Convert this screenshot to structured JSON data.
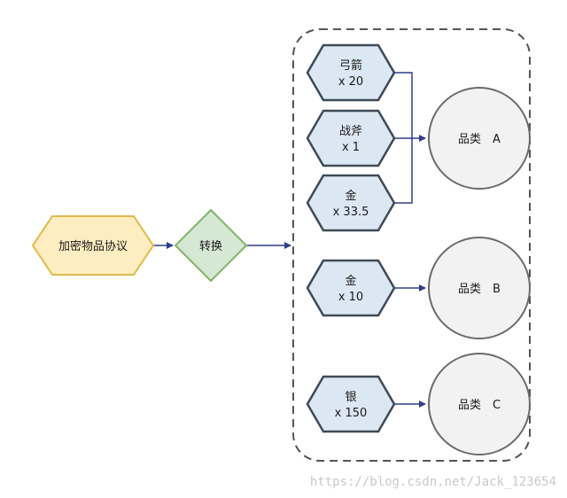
{
  "source_node": {
    "label": "加密物品协议"
  },
  "convert_node": {
    "label": "转换"
  },
  "items": [
    {
      "name": "弓箭",
      "qty": "x 20"
    },
    {
      "name": "战斧",
      "qty": "x 1"
    },
    {
      "name": "金",
      "qty": "x 33.5"
    },
    {
      "name": "金",
      "qty": "x 10"
    },
    {
      "name": "银",
      "qty": "x 150"
    }
  ],
  "categories": [
    {
      "label": "品类　A"
    },
    {
      "label": "品类　B"
    },
    {
      "label": "品类　C"
    }
  ],
  "watermark": "https://blog.csdn.net/Jack_123654",
  "colors": {
    "source_fill": "#fdedc0",
    "source_stroke": "#e0b94a",
    "convert_fill": "#d5e8d4",
    "convert_stroke": "#82b366",
    "item_fill": "#dbe7f2",
    "item_stroke": "#3d4a57",
    "category_fill": "#f2f2f2",
    "category_stroke": "#6b6b6b",
    "arrow": "#2d3e8c"
  }
}
